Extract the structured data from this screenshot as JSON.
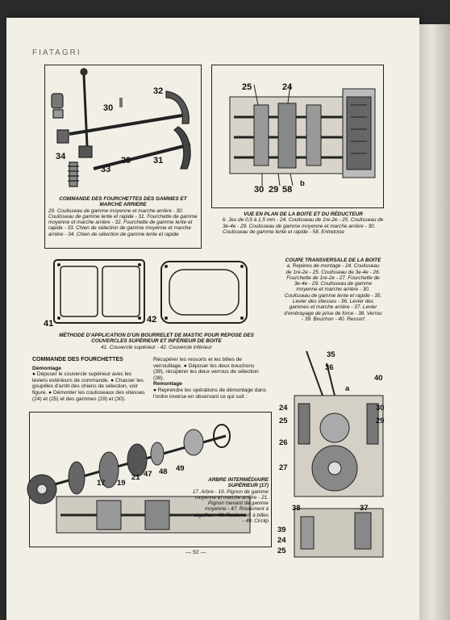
{
  "header": {
    "brand": "FIATAGRI"
  },
  "fig_forks": {
    "title": "COMMANDE DES FOURCHETTES DES GAMMES ET MARCHE ARRIERE",
    "caption": "29. Coulisseau de gamme moyenne et marche arrière - 30. Coulisseau de gamme lente et rapide - 31. Fourchette de gamme moyenne et marche arrière - 32. Fourchette de gamme lente et rapide - 33. Chien de sélection de gamme moyenne et marche arrière - 34. Chien de sélection de gamme lente et rapide",
    "labels": [
      "30",
      "32",
      "34",
      "33",
      "29",
      "31"
    ]
  },
  "fig_plan": {
    "title": "VUE EN PLAN DE LA BOITE ET DU RÉDUCTEUR",
    "caption": "b. Jeu de 0,5 à 1,5 mm - 24. Coulisseau de 1re-2e - 25. Coulisseau de 3e-4e - 29. Coulisseau de gamme moyenne et marche arrière - 30. Coulisseau de gamme lente et rapide - 58. Entretoise",
    "labels": [
      "25",
      "24",
      "30",
      "29",
      "58",
      "b"
    ]
  },
  "fig_covers": {
    "title": "MÉTHODE D'APPLICATION D'UN BOURRELET DE MASTIC POUR REPOSE DES COUVERCLES SUPÉRIEUR ET INFÉRIEUR DE BOITE",
    "caption": "41. Couvercle supérieur - 42. Couvercle inférieur",
    "labels": [
      "41",
      "42"
    ]
  },
  "fig_section": {
    "title": "COUPE TRANSVERSALE DE LA BOITE",
    "caption": "a. Repères de montage - 24. Coulisseau de 1re-2e - 25. Coulisseau de 3e-4e - 26. Fourchette de 1re-2e - 27. Fourchette de 3e-4e - 29. Coulisseau de gamme moyenne et marche arrière - 30. Coulisseau de gamme lente et rapide - 35. Levier des vitesses - 36. Levier des gammes et marche arrière - 37. Levier d'embrayage de prise de force - 38. Verrou - 39. Bouchon - 40. Ressort",
    "labels": [
      "35",
      "36",
      "40",
      "a",
      "24",
      "30",
      "25",
      "29",
      "26",
      "27",
      "38",
      "37",
      "39",
      "24",
      "25"
    ]
  },
  "text_col1": {
    "heading": "COMMANDE DES FOURCHETTES",
    "subheading": "Démontage",
    "body": "● Déposer le couvercle supérieur avec les leviers extérieurs de commande. ● Chasser les goupilles d'arrêt des chiens de sélection, voir figure. ● Démonter les coulisseaux des vitesses (24) et (25) et des gammes (29) et (30)."
  },
  "text_col2": {
    "body1": "Récupérer les ressorts et les billes de verrouillage. ● Déposer les deux bouchons (39), récupérer les deux verrous de sélection (38).",
    "subheading": "Remontage",
    "body2": "● Reprendre les opérations de démontage dans l'ordre inverse en observant ce qui suit :"
  },
  "fig_shaft": {
    "title": "ARBRE INTERMÉDIAIRE SUPÉRIEUR (17)",
    "caption": "17. Arbre - 19. Pignon de gamme moyenne et marche arrière - 21. Pignon menant de gamme moyenne - 47. Roulement à aiguilles - 48. Roulement à billes - 49. Circlip",
    "labels": [
      "17",
      "19",
      "21",
      "47",
      "48",
      "49"
    ]
  },
  "footer": {
    "page_number": "— 92 —"
  }
}
